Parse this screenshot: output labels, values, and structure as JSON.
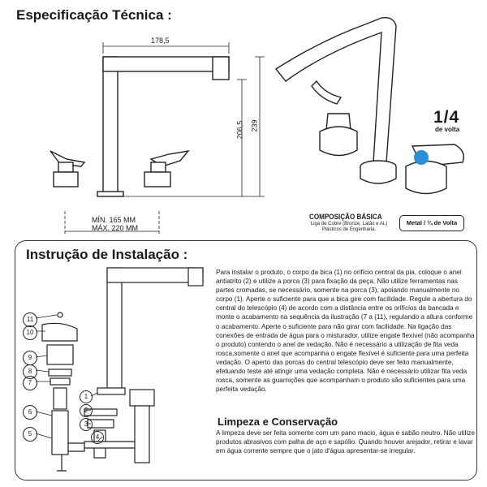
{
  "spec": {
    "title": "Especificação Técnica :",
    "dim_width": "178,5",
    "dim_height_1": "206,5",
    "dim_height_2": "239",
    "dim_min": "MÍN. 165 MM",
    "dim_max": "MÁX. 220 MM"
  },
  "feature": {
    "quarter_turn": "1/4",
    "quarter_turn_label": "de volta",
    "composition_title": "COMPOSIÇÃO BÁSICA",
    "composition_text": "Liga de Cobre (Bronze, Latão e AL)\nPlásticos de Engenharia.",
    "badge": "Metal / ¼ de Volta"
  },
  "install": {
    "title": "Instrução de Instalação :",
    "text": "Para instalar o produto, o corpo da bica (1) no orifício central da pia, coloque o anel antiatrito (2) e utilize a porca (3) para fixação da peça. Não utilize ferramentas nas partes cromadas, se necessário, somente na porca (3), apoiando manualmente no corpo (1). Aperte o suficiente para que a bica gire com facilidade. Regule a abertura do central do telescópio (4) de acordo com a distância entre os orifícios da bancada e monte o acabamento na sequência da ilustração (7 a (11), regulando a altura conforme o acabamento. Aperte o suficiente para não girar com facilidade. Na ligação das conexões de entrada de água para o misturador, utilize engate flexível (não acompanha o produto) contendo o anel de vedação. Não é necessário a utilização de fita veda rosca,somente o anel que acompanha o engate flexível é suficiente para uma perfeita vedação. O aperto das porcas do central telescópio deve ser feito manualmente, efetuando teste até atingir uma vedação completa. Não é necessário utilizar fita veda rosca, somente as guarnições que acompanham o produto são suficientes para uma perfeita vedação.",
    "labels": [
      "1",
      "2",
      "3",
      "4",
      "5",
      "6",
      "7",
      "8",
      "9",
      "10",
      "11"
    ]
  },
  "cleaning": {
    "title": "Limpeza e Conservação",
    "text": "A limpeza deve ser feita somente com um pano macio, água e sabão neutro. Não utilize produtos abrasivos com palha de aço e sapólio. Quando houver arejador, retirar e lavar em água corrente sempre que o jato d'água apresentar-se irregular."
  },
  "colors": {
    "line": "#222222",
    "panel_border": "#333333",
    "accent_blue": "#2a8fd6"
  }
}
